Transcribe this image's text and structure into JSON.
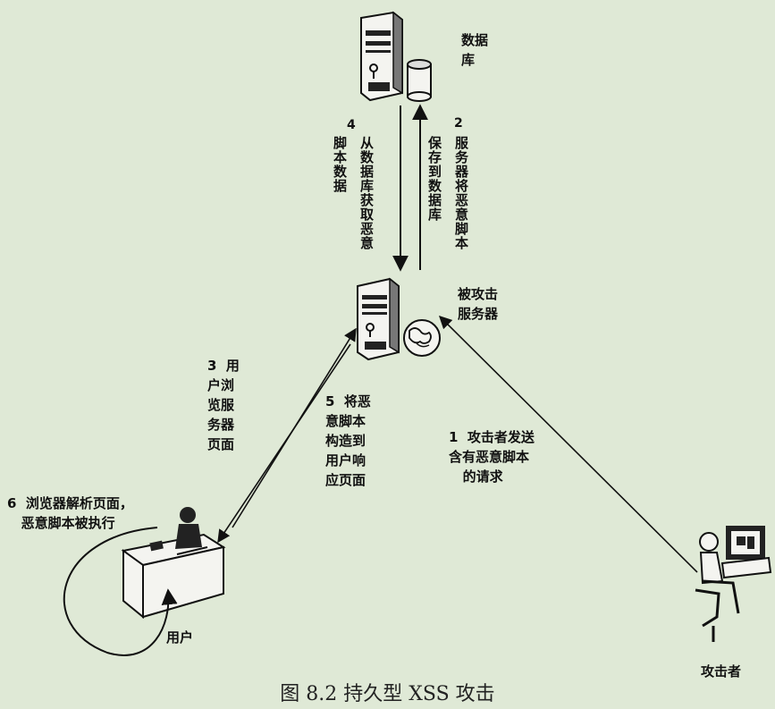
{
  "diagram": {
    "nodes": {
      "database": "数据\n库",
      "server": "被攻击\n服务器",
      "user": "用户",
      "attacker": "攻击者"
    },
    "steps": {
      "s1": "1  攻击者发送\n含有恶意脚本\n   的请求",
      "s2_num": "2",
      "s2_col1": "服务器将恶意脚本",
      "s2_col2": "保存到数据库",
      "s3": "3  用\n户浏\n览服\n务器\n页面",
      "s4_num": "4",
      "s4_col1": "从数据库获取恶意",
      "s4_col2": "脚本数据",
      "s5": "5  将恶\n意脚本\n构造到\n用户响\n应页面",
      "s6": "6  浏览器解析页面，\n   恶意脚本被执行"
    },
    "caption": "图 8.2   持久型 XSS 攻击"
  },
  "colors": {
    "background": "#dfe9d6",
    "ink": "#111111"
  }
}
